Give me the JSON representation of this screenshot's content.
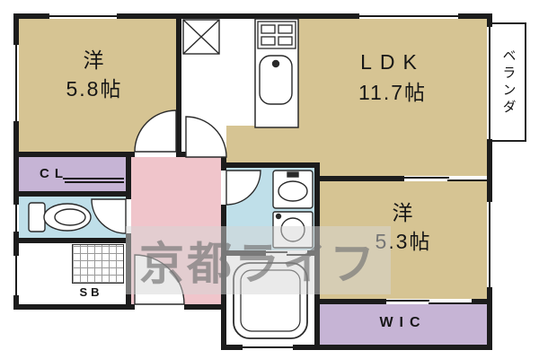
{
  "floorplan": {
    "watermark": "京都ライフ",
    "rooms": {
      "bedroom1": {
        "name": "洋",
        "size": "5.8帖"
      },
      "ldk": {
        "name": "LDK",
        "size": "11.7帖"
      },
      "bedroom2": {
        "name": "洋",
        "size": "5.3帖"
      },
      "closet_label": "CL",
      "shoe_box_label": "SB",
      "walk_in_closet_label": "WIC",
      "veranda_label": "ベランダ"
    },
    "colors": {
      "room_tan": "#d6c493",
      "closet_lavender": "#c6b4d5",
      "hall_pink": "#f0c5cb",
      "wet_area_cyan": "#bfdfe9",
      "wall": "#1c1c1c",
      "watermark_gray": "#9a9a9a"
    },
    "icons": [
      "fridge-icon",
      "stove-icon",
      "kitchen-sink-icon",
      "toilet-icon",
      "washbasin-icon",
      "washing-machine-icon",
      "bathtub-icon",
      "door-swing-arc",
      "sliding-door-mark"
    ]
  }
}
